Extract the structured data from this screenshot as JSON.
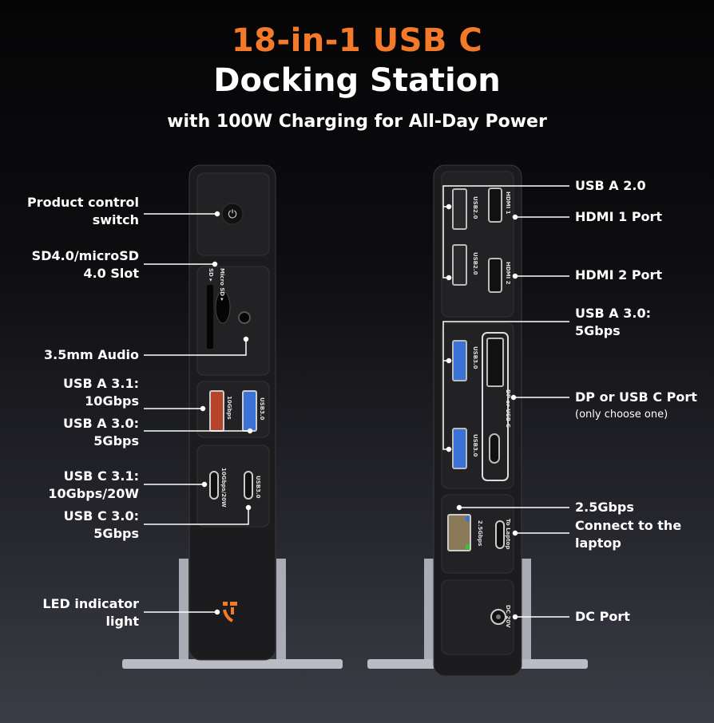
{
  "title": {
    "line1": "18-in-1 USB C",
    "line2": "Docking Station",
    "subtitle": "with 100W Charging for All-Day Power"
  },
  "colors": {
    "accent": "#f47a2a",
    "usb3_blue": "#3a72d6",
    "usb31_red": "#b5442a",
    "body": "#1c1c1e",
    "stand": "#b9bcc4"
  },
  "left_labels": [
    {
      "line1": "Product control",
      "line2": "switch"
    },
    {
      "line1": "SD4.0/microSD",
      "line2": "4.0 Slot"
    },
    {
      "line1": "3.5mm Audio"
    },
    {
      "line1": "USB A 3.1:",
      "line2": "10Gbps"
    },
    {
      "line1": "USB A 3.0:",
      "line2": "5Gbps"
    },
    {
      "line1": "USB C 3.1:",
      "line2": "10Gbps/20W"
    },
    {
      "line1": "USB C 3.0:",
      "line2": "5Gbps"
    },
    {
      "line1": "LED indicator",
      "line2": "light"
    }
  ],
  "right_labels": [
    {
      "line1": "USB A 2.0"
    },
    {
      "line1": "HDMI 1 Port"
    },
    {
      "line1": "HDMI 2 Port"
    },
    {
      "line1": "USB A 3.0:",
      "line2": "5Gbps"
    },
    {
      "line1": "DP or USB C Port",
      "note": "(only choose one)"
    },
    {
      "line1": "2.5Gbps"
    },
    {
      "line1": "Connect to the",
      "line2": "laptop"
    },
    {
      "line1": "DC Port"
    }
  ],
  "port_markings": {
    "sd": "SD ▸",
    "microsd": "Micro SD ▸",
    "usb31a": "10Gbps",
    "usb30a": "USB3.0",
    "usbc31": "10Gbps/20W",
    "usbc30": "USB3.0",
    "usb20": "USB2.0",
    "hdmi1": "HDMI 1",
    "hdmi2": "HDMI 2",
    "usb30": "USB3.0",
    "dp": "DP or USB C",
    "eth": "2.5Gbps",
    "laptop": "To Laptop",
    "dc": "DC 20V"
  }
}
